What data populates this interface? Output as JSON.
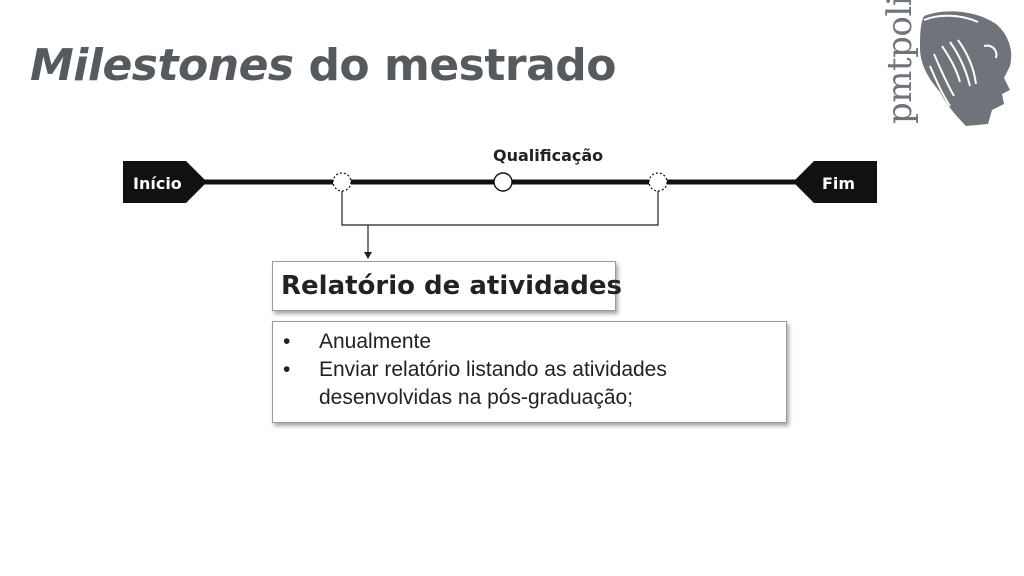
{
  "title": {
    "italic_part": "Milestones",
    "rest": "do mestrado"
  },
  "logo": {
    "text": "pmtpoli",
    "icon": "athena-helmet-icon"
  },
  "timeline": {
    "start_label": "Início",
    "end_label": "Fim",
    "milestone_label": "Qualificação"
  },
  "report": {
    "title": "Relatório de atividades",
    "bullets": [
      "Anualmente",
      "Enviar relatório listando as atividades desenvolvidas na pós-graduação;"
    ],
    "bullet_char": "•"
  },
  "colors": {
    "title": "#555a5f",
    "timeline": "#111111",
    "logo": "#6e7479"
  }
}
